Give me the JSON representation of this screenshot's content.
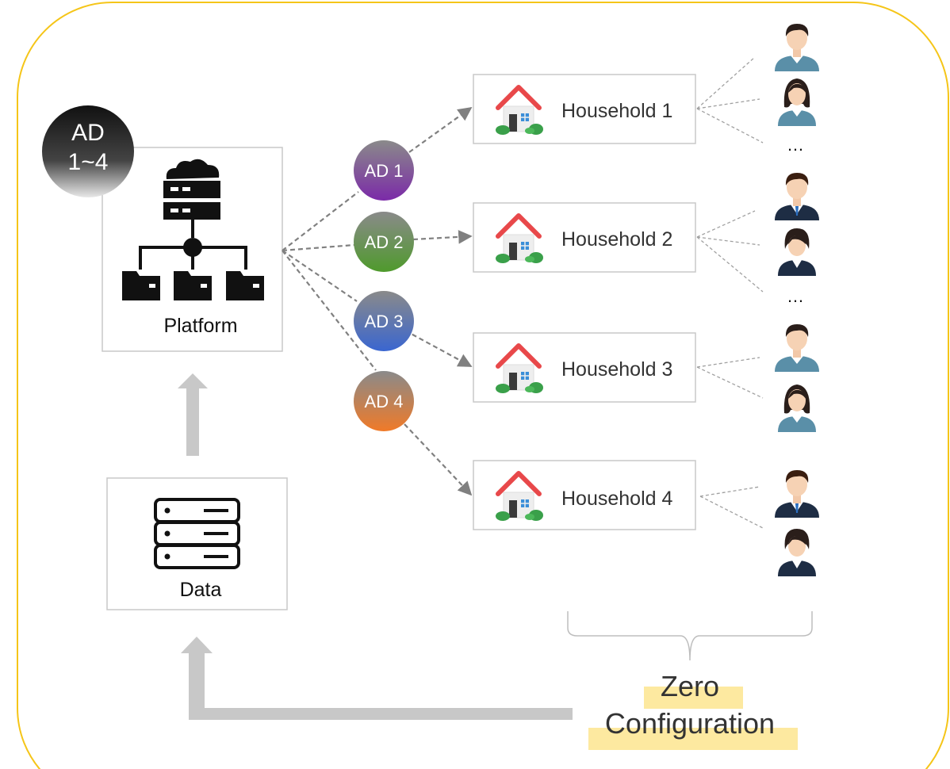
{
  "badge": {
    "line1": "AD",
    "line2": "1~4"
  },
  "platform": {
    "label": "Platform"
  },
  "data_store": {
    "label": "Data"
  },
  "ads": [
    {
      "label": "AD 1",
      "color": "#7b3aa8"
    },
    {
      "label": "AD 2",
      "color": "#5f9a3c"
    },
    {
      "label": "AD 3",
      "color": "#4466c2"
    },
    {
      "label": "AD 4",
      "color": "#e07a3a"
    }
  ],
  "households": [
    {
      "label": "Household 1"
    },
    {
      "label": "Household 2"
    },
    {
      "label": "Household 3"
    },
    {
      "label": "Household 4"
    }
  ],
  "ellipsis": [
    "…",
    "…"
  ],
  "footer": {
    "line1": "Zero",
    "line2": "Configuration"
  },
  "colors": {
    "frame": "#f5c518",
    "arrow": "#c8c8c8",
    "dashed": "#808080",
    "highlight": "#fde9a0"
  }
}
